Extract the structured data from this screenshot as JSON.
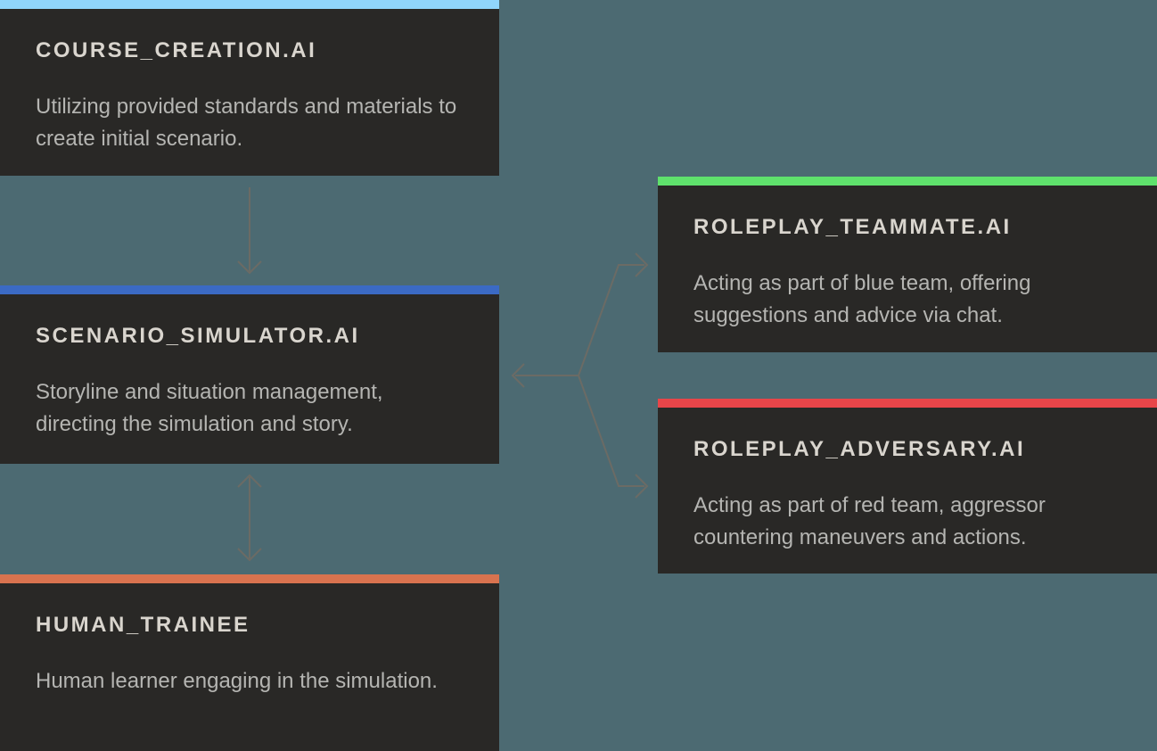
{
  "page": {
    "background_color": "#4C6A72",
    "card_background": "#292826",
    "title_color": "#D9D5CE",
    "body_color": "#B5B5B2",
    "arrow_color": "#6B6B65"
  },
  "cards": [
    {
      "id": "course_creation",
      "title": "COURSE_CREATION.AI",
      "description": "Utilizing provided standards and materials to create initial scenario.",
      "accent_color": "#90D5FB"
    },
    {
      "id": "scenario_simulator",
      "title": "SCENARIO_SIMULATOR.AI",
      "description": "Storyline and situation management, directing the simulation and story.",
      "accent_color": "#3B6AC4"
    },
    {
      "id": "human_trainee",
      "title": "HUMAN_TRAINEE",
      "description": "Human learner engaging in the simulation.",
      "accent_color": "#D9734F"
    },
    {
      "id": "roleplay_teammate",
      "title": "ROLEPLAY_TEAMMATE.AI",
      "description": "Acting as part of blue team, offering suggestions and advice via chat.",
      "accent_color": "#5FE16C"
    },
    {
      "id": "roleplay_adversary",
      "title": "ROLEPLAY_ADVERSARY.AI",
      "description": "Acting as part of red team, aggressor countering maneuvers and actions.",
      "accent_color": "#E84549"
    }
  ],
  "connections": [
    {
      "from": "course_creation",
      "to": "scenario_simulator",
      "direction": "down",
      "arrows": "one-way"
    },
    {
      "from": "scenario_simulator",
      "to": "human_trainee",
      "direction": "vertical",
      "arrows": "two-way"
    },
    {
      "from": "roleplay_junction",
      "to": "scenario_simulator",
      "direction": "left",
      "arrows": "one-way"
    },
    {
      "from": "roleplay_junction",
      "to": "roleplay_teammate",
      "direction": "up-right",
      "arrows": "one-way"
    },
    {
      "from": "roleplay_junction",
      "to": "roleplay_adversary",
      "direction": "down-right",
      "arrows": "one-way"
    }
  ]
}
